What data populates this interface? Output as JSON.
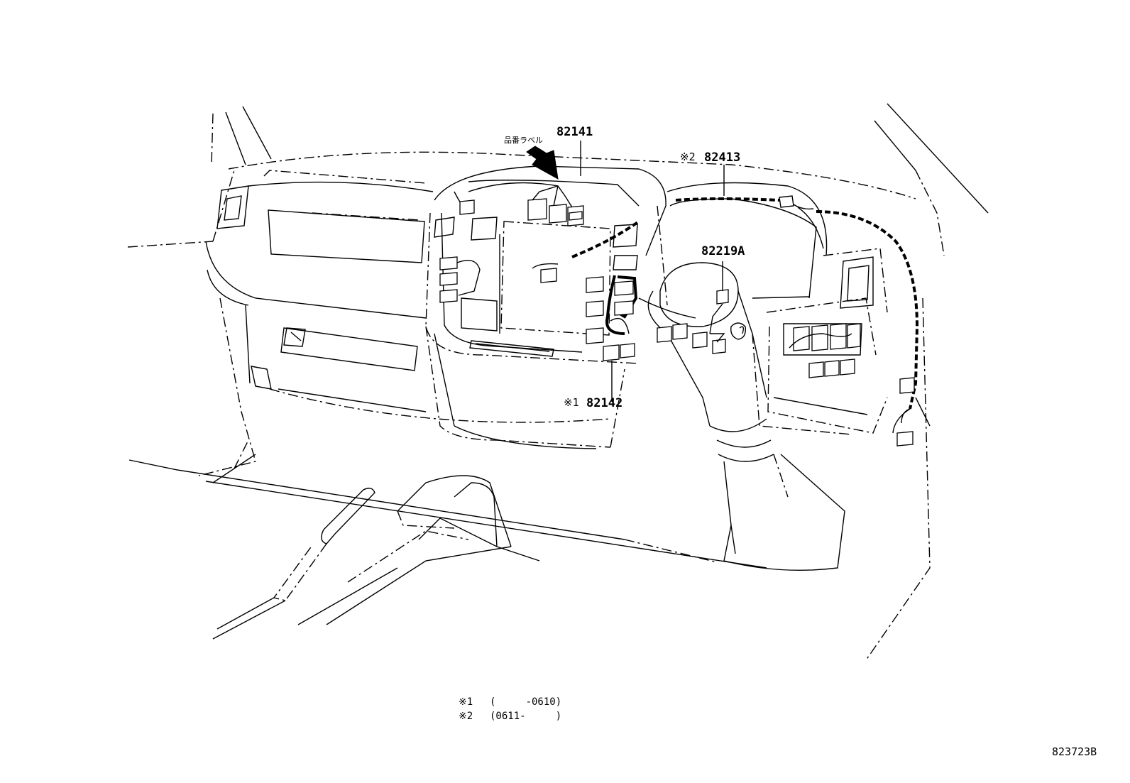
{
  "diagram": {
    "callouts": {
      "part_82141": "82141",
      "part_82413": "82413",
      "part_82219A": "82219A",
      "part_82142": "82142",
      "mark_82413": "※2",
      "mark_82142": "※1",
      "label_tag": "品番ラベル"
    },
    "notes": [
      {
        "mark": "※1",
        "range": "(     -0610)"
      },
      {
        "mark": "※2",
        "range": "(0611-     )"
      }
    ],
    "figure_id": "823723B"
  }
}
